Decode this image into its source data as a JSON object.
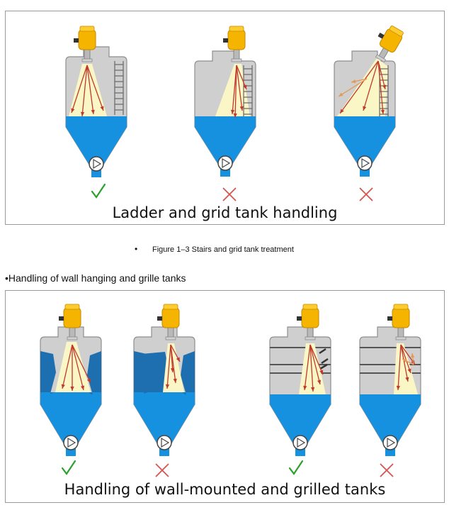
{
  "top_panel": {
    "caption": "Ladder and grid tank handling",
    "tanks": [
      {
        "scenario": "sensor mounted away from ladder",
        "result": "correct",
        "mark": "✓"
      },
      {
        "scenario": "sensor mounted near ladder",
        "result": "incorrect",
        "mark": "✕"
      },
      {
        "scenario": "tilted sensor aimed at ladder",
        "result": "incorrect",
        "mark": "✕"
      }
    ]
  },
  "figure_caption": {
    "bullet": "•",
    "text": "Figure 1–3 Stairs and grid tank treatment"
  },
  "section_heading": "•Handling of wall hanging and grille tanks",
  "bottom_panel": {
    "caption": "Handling of wall-mounted and grilled tanks",
    "tanks": [
      {
        "scenario": "beam clear of wall build-up",
        "result": "correct",
        "mark": "✓"
      },
      {
        "scenario": "beam hits wall build-up",
        "result": "incorrect",
        "mark": "✕"
      },
      {
        "scenario": "beam clear of grille",
        "result": "correct",
        "mark": "✓"
      },
      {
        "scenario": "beam hits grille",
        "result": "incorrect",
        "mark": "✕"
      }
    ]
  },
  "colors": {
    "tank_gray": "#cfcfcf",
    "tank_outline": "#8e8e8e",
    "liquid_blue": "#1591e0",
    "beam_yellow": "#fbf6c6",
    "sensor_yellow": "#f5b400",
    "arrow_red": "#c0392b",
    "check_green": "#2aa12a",
    "cross_red": "#d9534f",
    "buildup_blue": "#1d6fb0"
  }
}
